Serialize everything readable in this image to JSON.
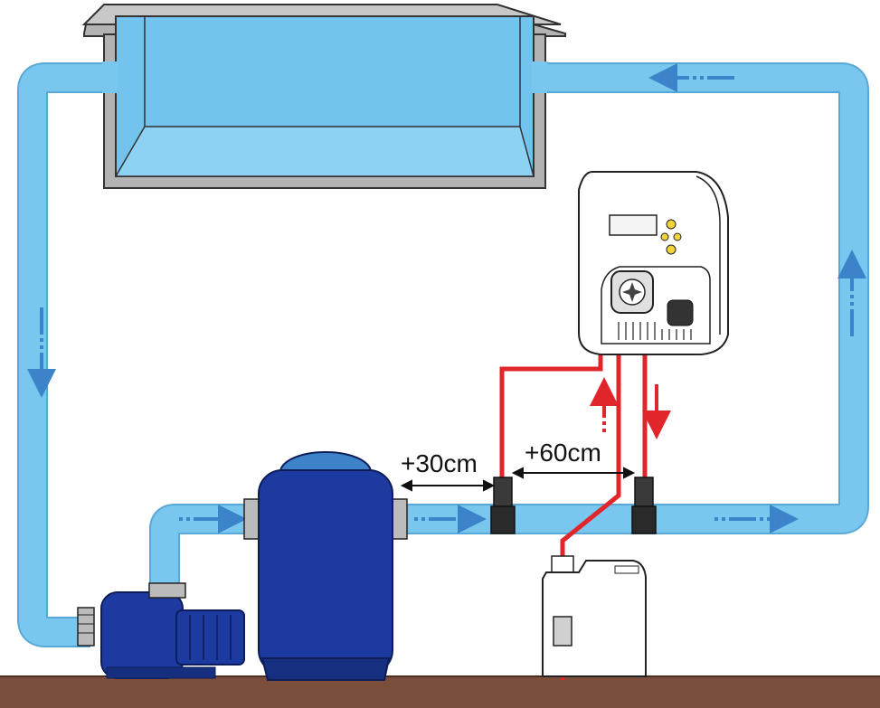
{
  "diagram": {
    "labels": {
      "distance_sensor_gap": "+30cm",
      "distance_injection_gap": "+60cm"
    },
    "colors": {
      "water_pipe": "#79c7ee",
      "water_pipe_edge": "#5aa8d6",
      "flow_arrow": "#3c83c9",
      "dosing_line": "#e0262b",
      "equipment_blue": "#1c3aa0",
      "pool_water": "#72c4ef",
      "pool_wall": "#b3b3b3",
      "ground": "#7a4e3a"
    },
    "components": [
      "swimming-pool",
      "pump",
      "sand-filter",
      "probe-holder-1",
      "probe-holder-2",
      "dosing-controller",
      "chemical-canister"
    ]
  }
}
